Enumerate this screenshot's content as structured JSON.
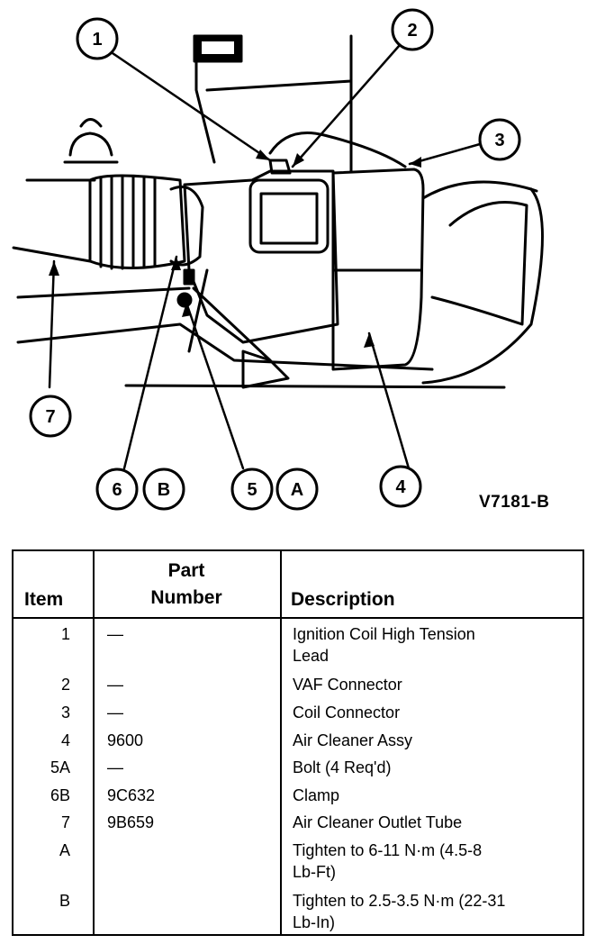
{
  "figure": {
    "code": "V7181-B",
    "callouts": [
      "1",
      "2",
      "3",
      "4",
      "5",
      "A",
      "6",
      "B",
      "7"
    ]
  },
  "table": {
    "headers": {
      "item": "Item",
      "part_line1": "Part",
      "part_line2": "Number",
      "description": "Description"
    },
    "rows": [
      {
        "item": "1",
        "part": "—",
        "desc": [
          "Ignition Coil High Tension",
          "Lead"
        ]
      },
      {
        "item": "2",
        "part": "—",
        "desc": [
          "VAF Connector"
        ]
      },
      {
        "item": "3",
        "part": "—",
        "desc": [
          "Coil Connector"
        ]
      },
      {
        "item": "4",
        "part": "9600",
        "desc": [
          "Air Cleaner Assy"
        ]
      },
      {
        "item": "5A",
        "part": "—",
        "desc": [
          "Bolt (4 Req'd)"
        ]
      },
      {
        "item": "6B",
        "part": "9C632",
        "desc": [
          "Clamp"
        ]
      },
      {
        "item": "7",
        "part": "9B659",
        "desc": [
          "Air Cleaner Outlet Tube"
        ]
      },
      {
        "item": "A",
        "part": "",
        "desc": [
          "Tighten to 6-11 N·m (4.5-8",
          "Lb-Ft)"
        ]
      },
      {
        "item": "B",
        "part": "",
        "desc": [
          "Tighten to 2.5-3.5 N·m (22-31",
          "Lb-In)"
        ]
      }
    ]
  }
}
